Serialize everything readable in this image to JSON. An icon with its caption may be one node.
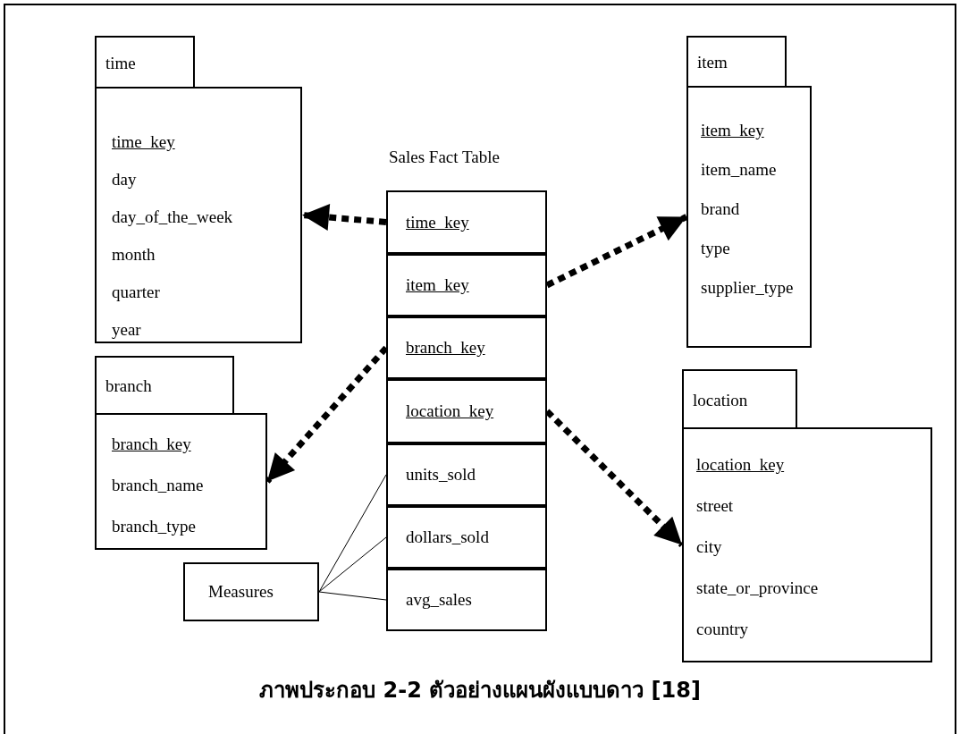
{
  "diagram": {
    "caption": "ภาพประกอบ 2-2 ตัวอย่างแผนผังแบบดาว [18]",
    "nodes": [
      {
        "text": [
          "time",
          "time_key",
          "day",
          "day_of_the_week",
          "month",
          "quarter",
          "year"
        ]
      },
      {
        "text": [
          "item",
          "item_key",
          "item_name",
          "brand",
          "type",
          "supplier_type"
        ]
      },
      {
        "text": [
          "Sales Fact Table"
        ]
      },
      {
        "text": [
          "time_key"
        ],
        "in": 2
      },
      {
        "text": [
          "item_key"
        ],
        "in": 2
      },
      {
        "text": [
          "branch_key"
        ],
        "in": 2
      },
      {
        "text": [
          "location_key"
        ],
        "in": 2
      },
      {
        "text": [
          "units_sold"
        ],
        "in": 2
      },
      {
        "text": [
          "dollars_sold"
        ],
        "in": 2
      },
      {
        "text": [
          "avg_sales"
        ],
        "in": 2
      },
      {
        "text": [
          "branch",
          "branch_key",
          "branch_name",
          "branch_type"
        ]
      },
      {
        "text": [
          "location",
          "location_key",
          "street",
          "city",
          "state_or_province",
          "country"
        ]
      },
      {
        "text": [
          "Measures"
        ]
      }
    ],
    "edges": [
      {
        "from": 3,
        "to": 0,
        "arrow": "to",
        "style": "dashed"
      },
      {
        "from": 4,
        "to": 1,
        "arrow": "to",
        "style": "dashed"
      },
      {
        "from": 5,
        "to": 10,
        "arrow": "to",
        "style": "dashed"
      },
      {
        "from": 6,
        "to": 11,
        "arrow": "to",
        "style": "dashed"
      },
      {
        "from": 12,
        "to": 7,
        "arrow": "none"
      },
      {
        "from": 12,
        "to": 8,
        "arrow": "none"
      },
      {
        "from": 12,
        "to": 9,
        "arrow": "none"
      }
    ]
  }
}
